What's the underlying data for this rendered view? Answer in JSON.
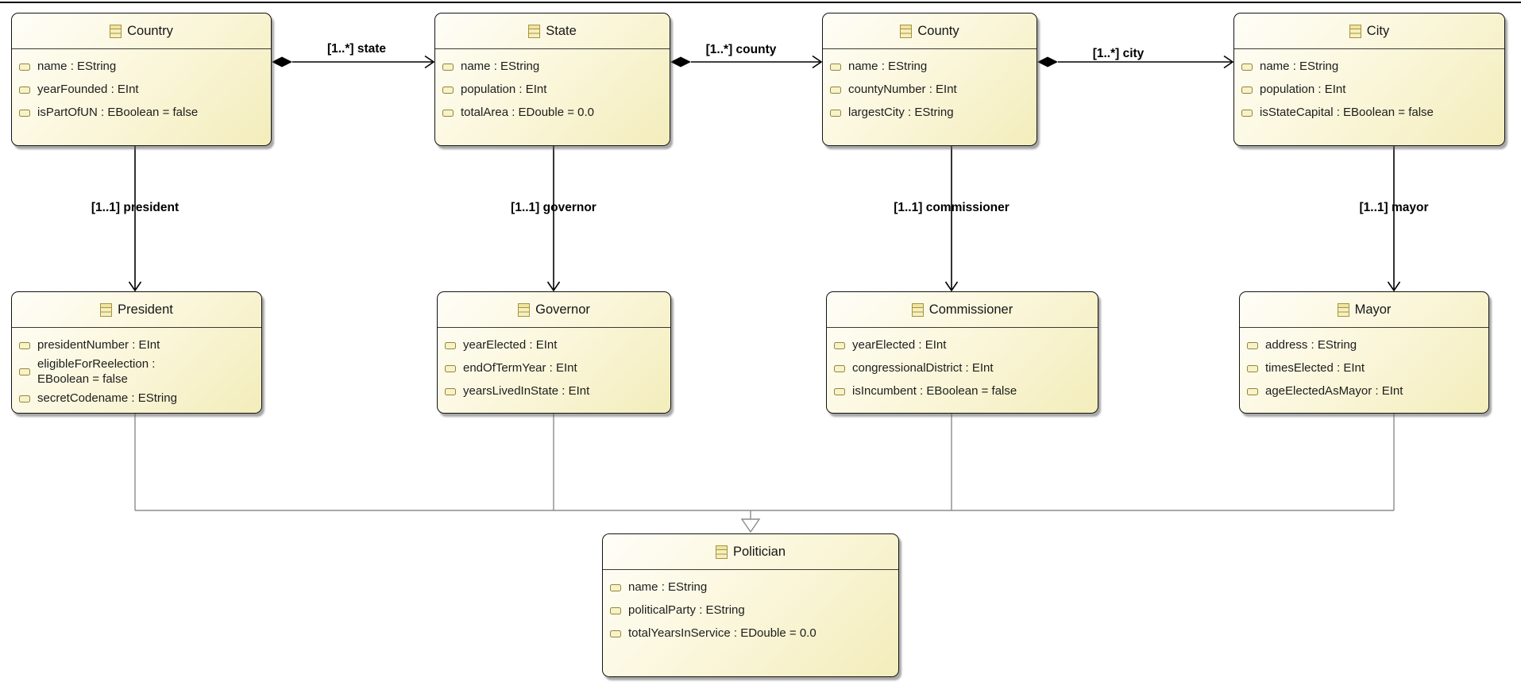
{
  "diagram": {
    "kind": "ecore-class-diagram",
    "colors": {
      "class_fill_light": "#FFFEF8",
      "class_fill_dark": "#F3EDBB",
      "class_border": "#121212",
      "edge_black": "#000000",
      "generalization_gray": "#8C8C8C",
      "icon_olive": "#A59343",
      "icon_fill": "#F6EFBE"
    },
    "classes": [
      {
        "name": "Country",
        "attributes": [
          "name : EString",
          "yearFounded : EInt",
          "isPartOfUN : EBoolean = false"
        ]
      },
      {
        "name": "State",
        "attributes": [
          "name : EString",
          "population : EInt",
          "totalArea : EDouble = 0.0"
        ]
      },
      {
        "name": "County",
        "attributes": [
          "name : EString",
          "countyNumber : EInt",
          "largestCity : EString"
        ]
      },
      {
        "name": "City",
        "attributes": [
          "name : EString",
          "population : EInt",
          "isStateCapital : EBoolean = false"
        ]
      },
      {
        "name": "President",
        "attributes": [
          "presidentNumber : EInt",
          "eligibleForReelection : EBoolean = false",
          "secretCodename : EString"
        ]
      },
      {
        "name": "Governor",
        "attributes": [
          "yearElected : EInt",
          "endOfTermYear : EInt",
          "yearsLivedInState : EInt"
        ]
      },
      {
        "name": "Commissioner",
        "attributes": [
          "yearElected : EInt",
          "congressionalDistrict : EInt",
          "isIncumbent : EBoolean = false"
        ]
      },
      {
        "name": "Mayor",
        "attributes": [
          "address : EString",
          "timesElected : EInt",
          "ageElectedAsMayor : EInt"
        ]
      },
      {
        "name": "Politician",
        "attributes": [
          "name : EString",
          "politicalParty : EString",
          "totalYearsInService : EDouble = 0.0"
        ]
      }
    ],
    "edges": [
      {
        "label": "[1..*] state",
        "from": "Country",
        "to": "State",
        "kind": "containment-reference"
      },
      {
        "label": "[1..*] county",
        "from": "State",
        "to": "County",
        "kind": "containment-reference"
      },
      {
        "label": "[1..*] city",
        "from": "County",
        "to": "City",
        "kind": "containment-reference"
      },
      {
        "label": "[1..1] president",
        "from": "Country",
        "to": "President",
        "kind": "reference"
      },
      {
        "label": "[1..1] governor",
        "from": "State",
        "to": "Governor",
        "kind": "reference"
      },
      {
        "label": "[1..1] commissioner",
        "from": "County",
        "to": "Commissioner",
        "kind": "reference"
      },
      {
        "label": "[1..1] mayor",
        "from": "City",
        "to": "Mayor",
        "kind": "reference"
      }
    ],
    "generalizations": [
      {
        "from": "President",
        "to": "Politician"
      },
      {
        "from": "Governor",
        "to": "Politician"
      },
      {
        "from": "Commissioner",
        "to": "Politician"
      },
      {
        "from": "Mayor",
        "to": "Politician"
      }
    ]
  }
}
